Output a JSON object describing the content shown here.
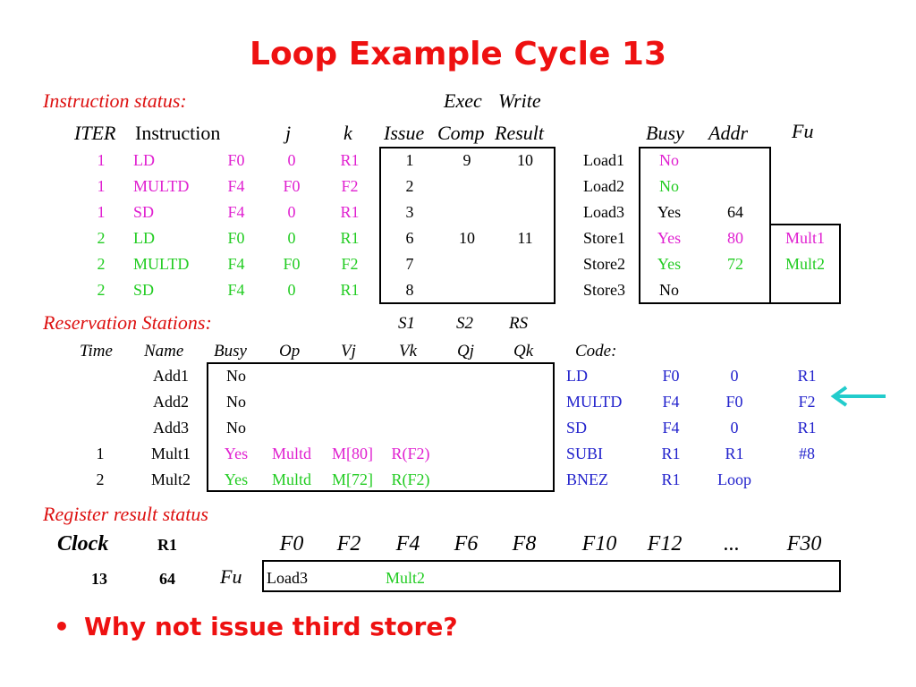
{
  "title": "Loop Example Cycle 13",
  "instruction_status": {
    "section_label": "Instruction status:",
    "header_top": {
      "exec": "Exec",
      "write": "Write"
    },
    "headers": {
      "iter": "ITER",
      "instruction": "Instruction",
      "j": "j",
      "k": "k",
      "issue": "Issue",
      "comp": "Comp",
      "result": "Result"
    },
    "rows": [
      {
        "iter": "1",
        "op": "LD",
        "dest": "F0",
        "j": "0",
        "k": "R1",
        "issue": "1",
        "comp": "9",
        "result": "10",
        "color": "magenta"
      },
      {
        "iter": "1",
        "op": "MULTD",
        "dest": "F4",
        "j": "F0",
        "k": "F2",
        "issue": "2",
        "comp": "",
        "result": "",
        "color": "magenta"
      },
      {
        "iter": "1",
        "op": "SD",
        "dest": "F4",
        "j": "0",
        "k": "R1",
        "issue": "3",
        "comp": "",
        "result": "",
        "color": "magenta"
      },
      {
        "iter": "2",
        "op": "LD",
        "dest": "F0",
        "j": "0",
        "k": "R1",
        "issue": "6",
        "comp": "10",
        "result": "11",
        "color": "green"
      },
      {
        "iter": "2",
        "op": "MULTD",
        "dest": "F4",
        "j": "F0",
        "k": "F2",
        "issue": "7",
        "comp": "",
        "result": "",
        "color": "green"
      },
      {
        "iter": "2",
        "op": "SD",
        "dest": "F4",
        "j": "0",
        "k": "R1",
        "issue": "8",
        "comp": "",
        "result": "",
        "color": "green"
      }
    ]
  },
  "load_store": {
    "headers": {
      "busy": "Busy",
      "addr": "Addr",
      "fu": "Fu"
    },
    "rows": [
      {
        "name": "Load1",
        "busy": "No",
        "addr": "",
        "fu": "",
        "color": "magenta"
      },
      {
        "name": "Load2",
        "busy": "No",
        "addr": "",
        "fu": "",
        "color": "green"
      },
      {
        "name": "Load3",
        "busy": "Yes",
        "addr": "64",
        "fu": "",
        "color": "black"
      },
      {
        "name": "Store1",
        "busy": "Yes",
        "addr": "80",
        "fu": "Mult1",
        "color": "magenta"
      },
      {
        "name": "Store2",
        "busy": "Yes",
        "addr": "72",
        "fu": "Mult2",
        "color": "green"
      },
      {
        "name": "Store3",
        "busy": "No",
        "addr": "",
        "fu": "",
        "color": "black"
      }
    ]
  },
  "reservation_stations": {
    "section_label": "Reservation Stations:",
    "header_top": {
      "s1": "S1",
      "s2": "S2",
      "rs": "RS"
    },
    "headers": {
      "time": "Time",
      "name": "Name",
      "busy": "Busy",
      "op": "Op",
      "vj": "Vj",
      "vk": "Vk",
      "qj": "Qj",
      "qk": "Qk",
      "code": "Code:"
    },
    "rows": [
      {
        "time": "",
        "name": "Add1",
        "busy": "No",
        "op": "",
        "vj": "",
        "vk": "",
        "qj": "",
        "qk": "",
        "color": "black"
      },
      {
        "time": "",
        "name": "Add2",
        "busy": "No",
        "op": "",
        "vj": "",
        "vk": "",
        "qj": "",
        "qk": "",
        "color": "black"
      },
      {
        "time": "",
        "name": "Add3",
        "busy": "No",
        "op": "",
        "vj": "",
        "vk": "",
        "qj": "",
        "qk": "",
        "color": "black"
      },
      {
        "time": "1",
        "name": "Mult1",
        "busy": "Yes",
        "op": "Multd",
        "vj": "M[80]",
        "vk": "R(F2)",
        "qj": "",
        "qk": "",
        "color": "magenta"
      },
      {
        "time": "2",
        "name": "Mult2",
        "busy": "Yes",
        "op": "Multd",
        "vj": "M[72]",
        "vk": "R(F2)",
        "qj": "",
        "qk": "",
        "color": "green"
      }
    ]
  },
  "code": [
    {
      "op": "LD",
      "a": "F0",
      "b": "0",
      "c": "R1"
    },
    {
      "op": "MULTD",
      "a": "F4",
      "b": "F0",
      "c": "F2"
    },
    {
      "op": "SD",
      "a": "F4",
      "b": "0",
      "c": "R1"
    },
    {
      "op": "SUBI",
      "a": "R1",
      "b": "R1",
      "c": "#8"
    },
    {
      "op": "BNEZ",
      "a": "R1",
      "b": "Loop",
      "c": ""
    }
  ],
  "register_result": {
    "section_label": "Register result status",
    "clock_label": "Clock",
    "r1_label": "R1",
    "clock_value": "13",
    "r1_value": "64",
    "fu_label": "Fu",
    "registers": [
      "F0",
      "F2",
      "F4",
      "F6",
      "F8",
      "F10",
      "F12",
      "...",
      "F30"
    ],
    "fu_values": [
      "Load3",
      "",
      "Mult2",
      "",
      "",
      "",
      "",
      "",
      ""
    ]
  },
  "bullet": "Why not issue third store?",
  "colors": {
    "title": "#ee1111",
    "magenta": "#e020d0",
    "green": "#22cc22",
    "blue": "#2222cc",
    "arrow": "#22cccc"
  }
}
